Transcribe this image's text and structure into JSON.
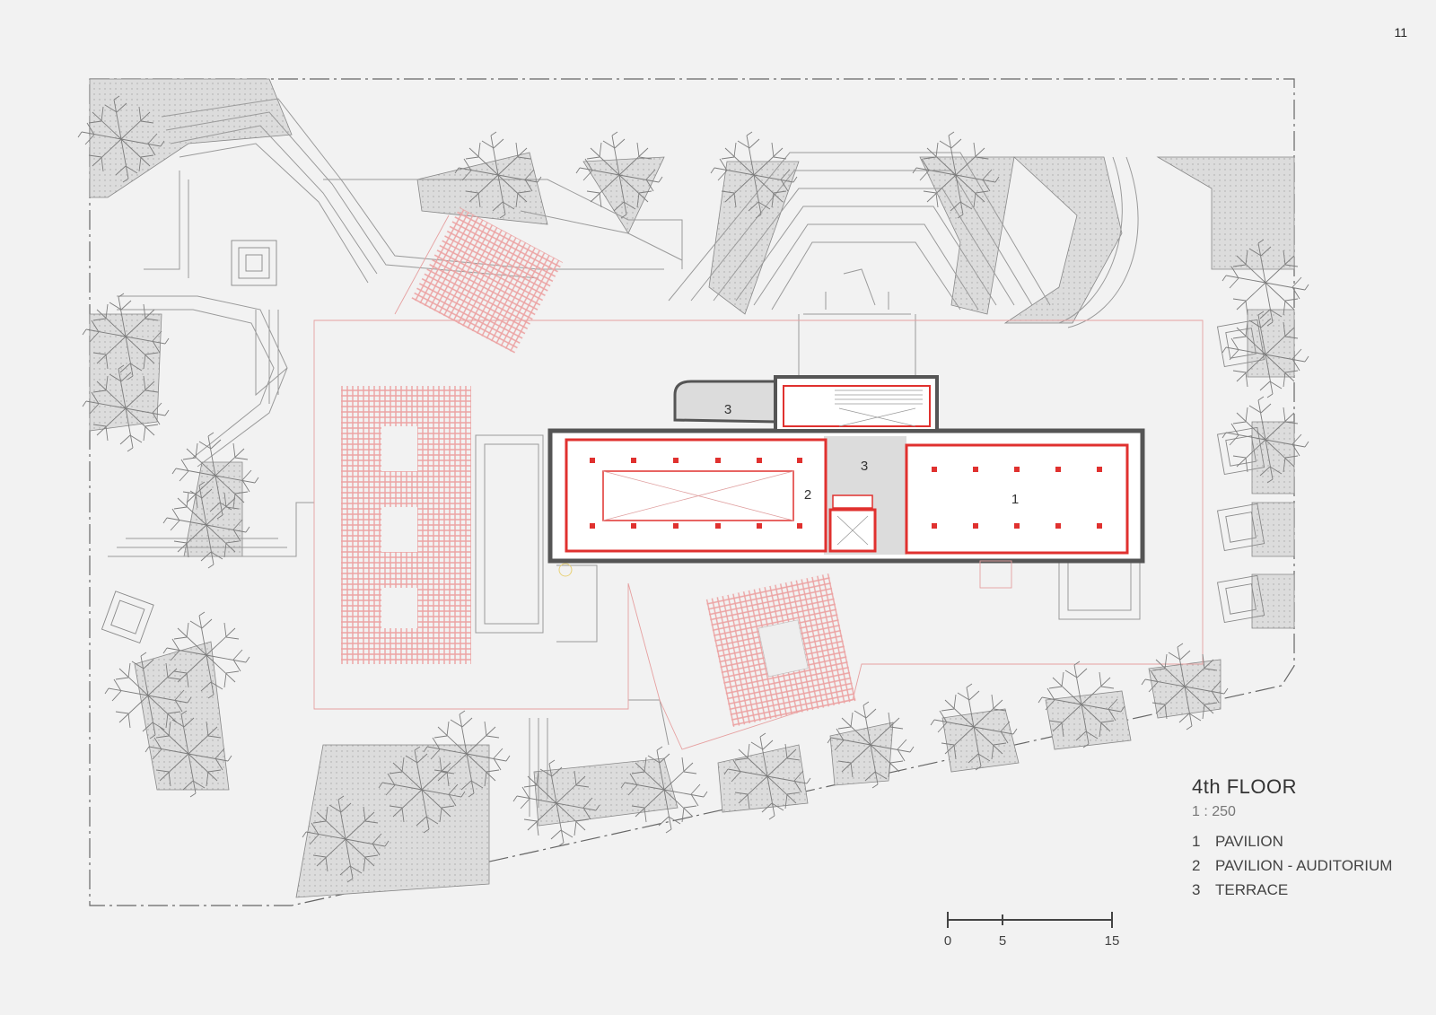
{
  "page_number": "11",
  "legend": {
    "title": "4th FLOOR",
    "scale": "1 : 250",
    "items": [
      {
        "num": "1",
        "label": "PAVILION"
      },
      {
        "num": "2",
        "label": "PAVILION - AUDITORIUM"
      },
      {
        "num": "3",
        "label": "TERRACE"
      }
    ]
  },
  "scale_bar": {
    "ticks": [
      "0",
      "5",
      "15"
    ]
  },
  "room_labels": {
    "pavilion": "1",
    "auditorium": "2",
    "terrace_north": "3",
    "terrace_core": "3"
  },
  "colors": {
    "background": "#f2f2f2",
    "linework": "#9a9a9a",
    "walls": "#555555",
    "structure_red": "#e0312f",
    "pergola_red": "#eca3a3",
    "planting": "#d8d8d8"
  }
}
